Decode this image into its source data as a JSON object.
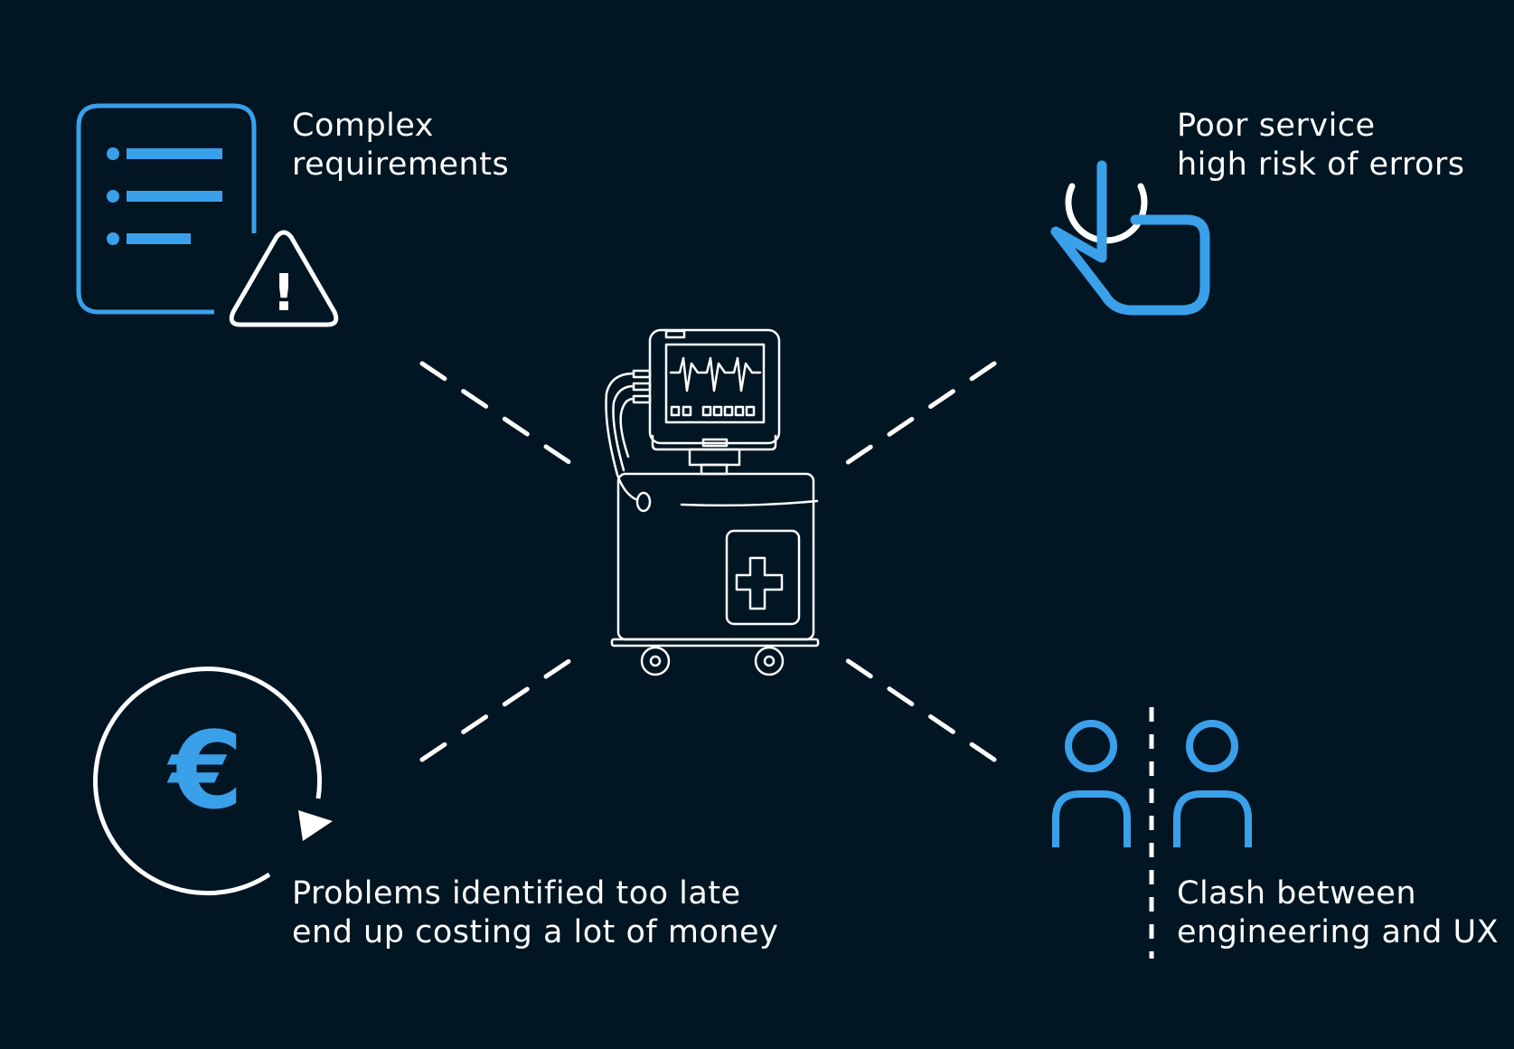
{
  "colors": {
    "background": "#021523",
    "accent": "#3aa0ea",
    "line": "#ffffff"
  },
  "items": [
    {
      "id": "complex-requirements",
      "icon": "document-warning-icon",
      "lines": [
        "Complex",
        "requirements"
      ]
    },
    {
      "id": "poor-service",
      "icon": "tap-gesture-icon",
      "lines": [
        "Poor service",
        "high risk of errors"
      ]
    },
    {
      "id": "problems-late",
      "icon": "euro-cycle-icon",
      "lines": [
        "Problems identified too late",
        "end up costing a lot of money"
      ]
    },
    {
      "id": "clash",
      "icon": "divided-people-icon",
      "lines": [
        "Clash between",
        "engineering and UX"
      ]
    }
  ],
  "center": {
    "icon": "medical-device-icon",
    "euro_symbol": "€",
    "warning_symbol": "!"
  }
}
